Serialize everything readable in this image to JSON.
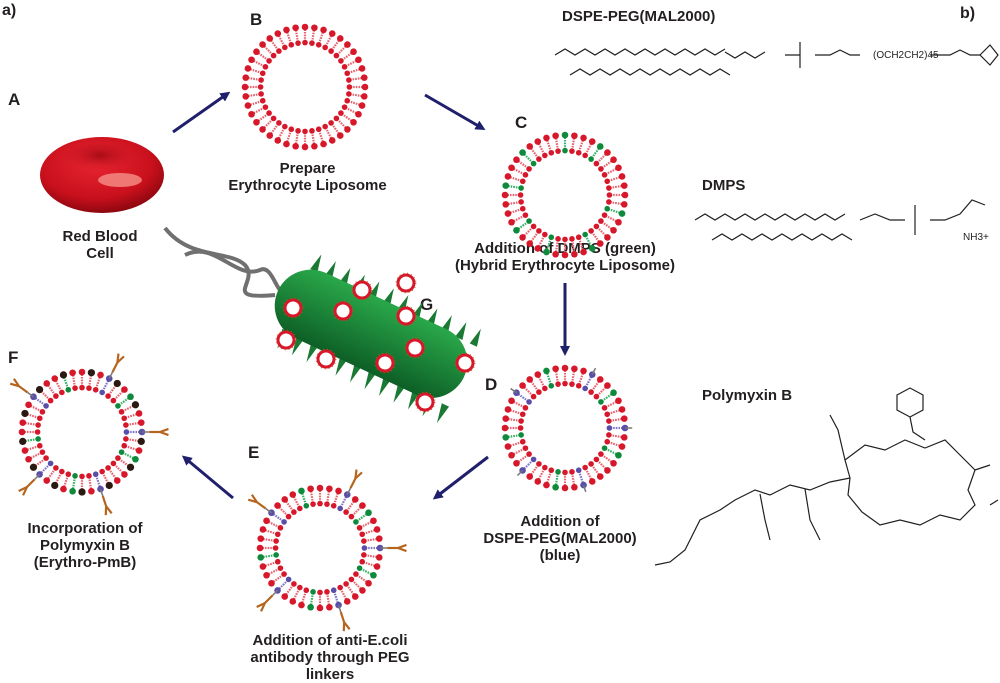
{
  "panel_labels": {
    "a": "a)",
    "b": "b)"
  },
  "steps": [
    {
      "id": "A",
      "caption": [
        "Red Blood",
        "Cell"
      ]
    },
    {
      "id": "B",
      "caption": [
        "Prepare",
        "Erythrocyte Liposome"
      ]
    },
    {
      "id": "C",
      "caption": [
        "Addition of DMPS (green)",
        "(Hybrid Erythrocyte Liposome)"
      ]
    },
    {
      "id": "D",
      "caption": [
        "Addition of",
        "DSPE-PEG(MAL2000)",
        "(blue)"
      ]
    },
    {
      "id": "E",
      "caption": [
        "Addition of anti-E.coli",
        "antibody through PEG",
        "linkers"
      ]
    },
    {
      "id": "F",
      "caption": [
        "Incorporation of",
        "Polymyxin B",
        "(Erythro-PmB)"
      ]
    },
    {
      "id": "G",
      "caption": []
    }
  ],
  "molecules": [
    {
      "name": "DSPE-PEG(MAL2000)",
      "fragment_text": "(OCH2CH2)45"
    },
    {
      "name": "DMPS",
      "fragment_text": "NH3+"
    },
    {
      "name": "Polymyxin B",
      "fragment_text": ""
    }
  ],
  "colors": {
    "lipid_red": "#d7182a",
    "dmps_green": "#0f8a3c",
    "peg_blue": "#5a4fa8",
    "arrow_navy": "#1f1f6b",
    "bacterium_green": "#1d8a3a",
    "antibody_brown": "#b5651d",
    "polymyxin_black": "#2b1a12"
  }
}
